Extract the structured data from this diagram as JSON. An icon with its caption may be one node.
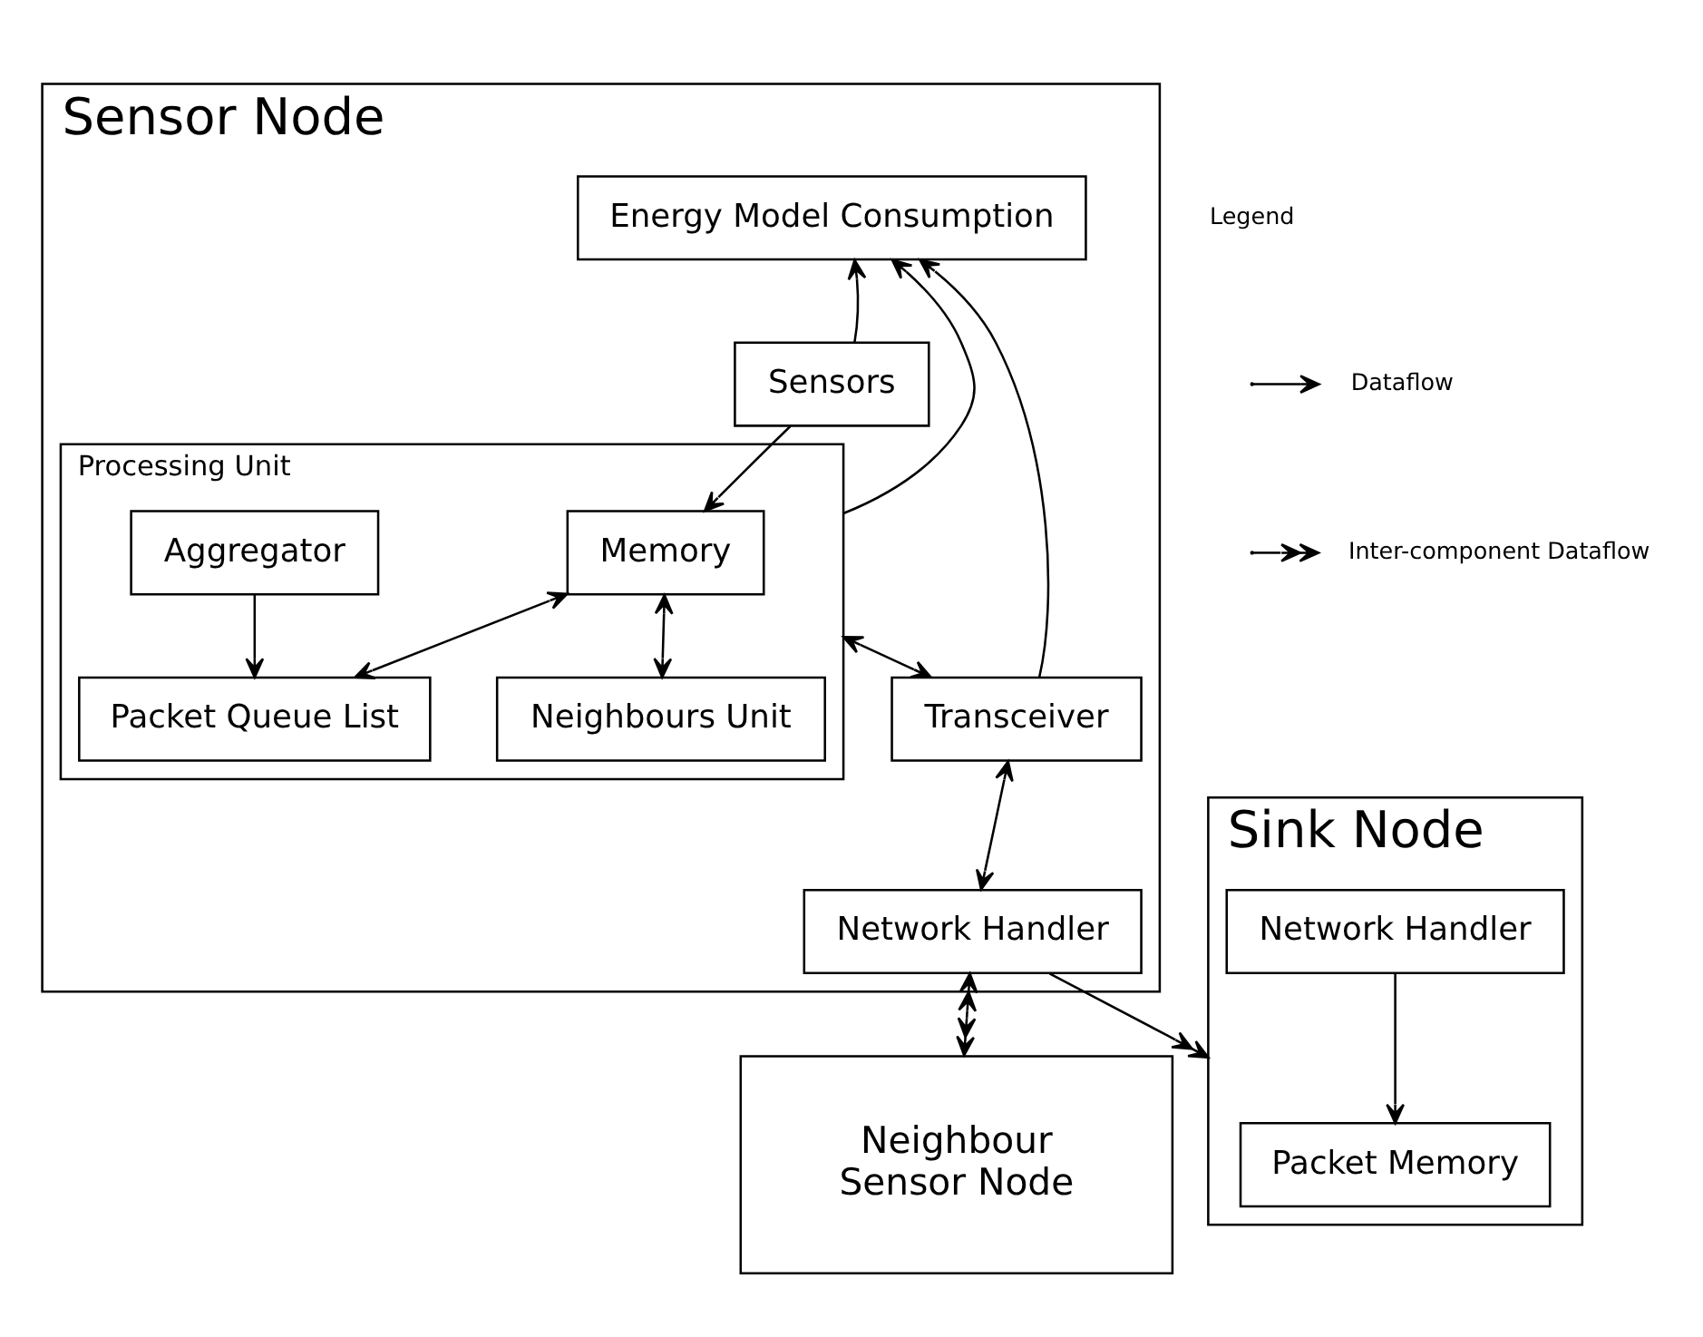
{
  "diagram": {
    "nodes": [
      {
        "text": [
          "Sensor Node"
        ]
      },
      {
        "text": [
          "Energy Model Consumption"
        ],
        "in": 0
      },
      {
        "text": [
          "Processing Unit"
        ],
        "in": 0
      },
      {
        "text": [
          "Memory"
        ],
        "in": 2
      },
      {
        "text": [
          "Packet Queue List"
        ],
        "in": 2
      },
      {
        "text": [
          "Aggregator"
        ],
        "in": 2
      },
      {
        "text": [
          "Neighbours Unit"
        ],
        "in": 2
      },
      {
        "text": [
          "Sensors"
        ],
        "in": 0
      },
      {
        "text": [
          "Transceiver"
        ],
        "in": 0
      },
      {
        "text": [
          "Network Handler"
        ],
        "in": 0
      },
      {
        "text": [
          "Neighbour",
          "Sensor Node"
        ]
      },
      {
        "text": [
          "Sink Node"
        ]
      },
      {
        "text": [
          "Packet Memory"
        ],
        "in": 11
      },
      {
        "text": [
          "Network Handler"
        ],
        "in": 11
      }
    ],
    "edges": [
      {
        "from": 7,
        "to": 1,
        "arrow": "to"
      },
      {
        "from": 2,
        "to": 1,
        "arrow": "to"
      },
      {
        "from": 8,
        "to": 1,
        "arrow": "to"
      },
      {
        "from": 7,
        "to": 3,
        "arrow": "to"
      },
      {
        "from": 3,
        "to": 4,
        "arrow": "both"
      },
      {
        "from": 5,
        "to": 4,
        "arrow": "to"
      },
      {
        "from": 3,
        "to": 6,
        "arrow": "both"
      },
      {
        "from": 2,
        "to": 8,
        "arrow": "both"
      },
      {
        "from": 8,
        "to": 9,
        "arrow": "both"
      },
      {
        "from": 9,
        "to": 10,
        "arrow": "both"
      },
      {
        "from": 9,
        "to": 11,
        "arrow": "to"
      },
      {
        "from": 13,
        "to": 12,
        "arrow": "to"
      }
    ],
    "labels": [
      "Legend"
    ],
    "legend": [
      {
        "text": "Dataflow"
      },
      {
        "text": "Inter-component Dataflow"
      }
    ]
  }
}
